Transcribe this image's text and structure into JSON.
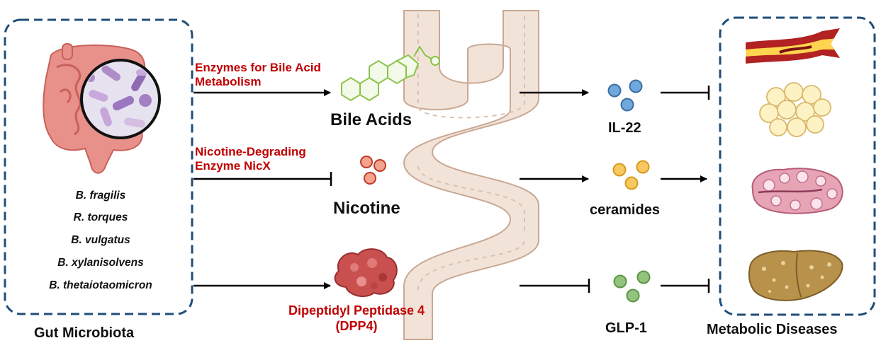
{
  "left_panel": {
    "title": "Gut Microbiota",
    "species": [
      "B. fragilis",
      "R. torques",
      "B. vulgatus",
      "B. xylanisolvens",
      "B. thetaiotaomicron"
    ]
  },
  "pathways": {
    "bile": {
      "enzyme_line1": "Enzymes for Bile Acid",
      "enzyme_line2": "Metabolism",
      "metabolite": "Bile Acids"
    },
    "nicotine": {
      "enzyme_line1": "Nicotine-Degrading",
      "enzyme_line2": "Enzyme NicX",
      "metabolite": "Nicotine"
    },
    "dpp4": {
      "label_line1": "Dipeptidyl Peptidase 4",
      "label_line2": "(DPP4)"
    }
  },
  "mediators": {
    "il22": "IL-22",
    "ceramides": "ceramides",
    "glp1": "GLP-1"
  },
  "right_panel": {
    "title": "Metabolic Diseases"
  },
  "colors": {
    "enzyme_red": "#c00000",
    "panel_border": "#1f4e79",
    "il22_blue": "#6fa8dc",
    "ceramide_yellow": "#f6c85f",
    "glp1_green": "#93c47d",
    "nicotine_pink": "#f4a48c",
    "steroid_green": "#8bc34a",
    "intestine": "#f2e3d8"
  },
  "icons": [
    "intestine-icon",
    "microbe-magnifier-icon",
    "steroid-icon",
    "intestinal-villi-icon",
    "dpp4-protein-icon",
    "artery-plaque-icon",
    "adipocytes-icon",
    "ovary-icon",
    "fatty-liver-icon"
  ]
}
